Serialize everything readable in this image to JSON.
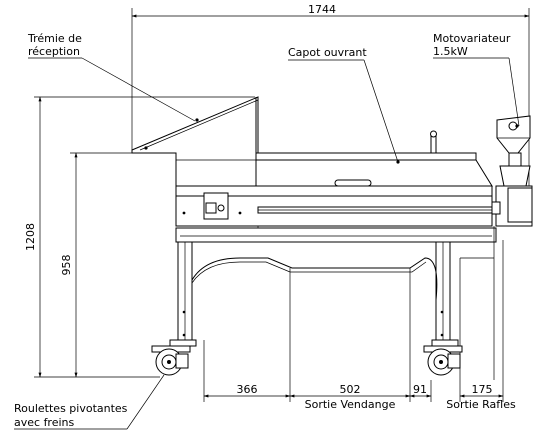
{
  "labels": {
    "tremie_line1": "Trémie de",
    "tremie_line2": "réception",
    "capot": "Capot ouvrant",
    "moto_line1": "Motovariateur",
    "moto_line2": "1.5kW",
    "roulettes_line1": "Roulettes pivotantes",
    "roulettes_line2": "avec freins",
    "sortie_vendange": "Sortie Vendange",
    "sortie_rafles": "Sortie Rafles"
  },
  "dimensions": {
    "overall_length": "1744",
    "overall_height": "1208",
    "hopper_height": "958",
    "d366": "366",
    "d502": "502",
    "d91": "91",
    "d175": "175"
  }
}
